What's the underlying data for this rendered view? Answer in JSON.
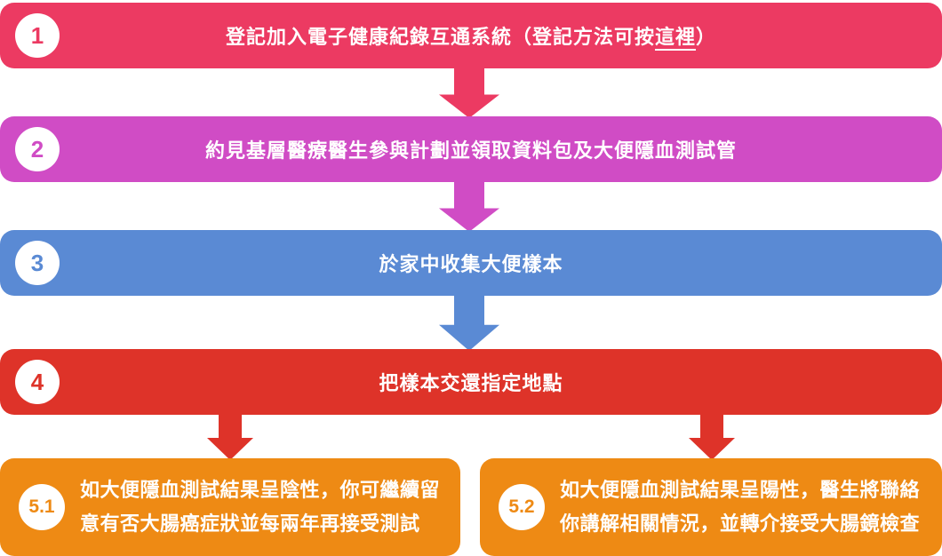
{
  "colors": {
    "background": "#FFFFFF",
    "circle_bg": "#FFFFFF",
    "bar_text": "#FFFFFF"
  },
  "steps": {
    "step1": {
      "number": "1",
      "color": "#EC3A62",
      "text_before_link": "登記加入電子健康紀錄互通系統（登記方法可按",
      "link_text": "這裡",
      "text_after_link": "）"
    },
    "step2": {
      "number": "2",
      "color": "#D04CC5",
      "text": "約見基層醫療醫生參與計劃並領取資料包及大便隱血測試管"
    },
    "step3": {
      "number": "3",
      "color": "#5A8AD4",
      "text": "於家中收集大便樣本"
    },
    "step4": {
      "number": "4",
      "color": "#DE3329",
      "text": "把樣本交還指定地點"
    },
    "step5_1": {
      "number": "5.1",
      "color": "#EE8A14",
      "line1": "如大便隱血測試結果呈陰性，你可繼續留",
      "line2": "意有否大腸癌症狀並每兩年再接受測試"
    },
    "step5_2": {
      "number": "5.2",
      "color": "#EE8A14",
      "line1": "如大便隱血測試結果呈陽性，醫生將聯絡",
      "line2": "你講解相關情況，並轉介接受大腸鏡檢查"
    }
  }
}
